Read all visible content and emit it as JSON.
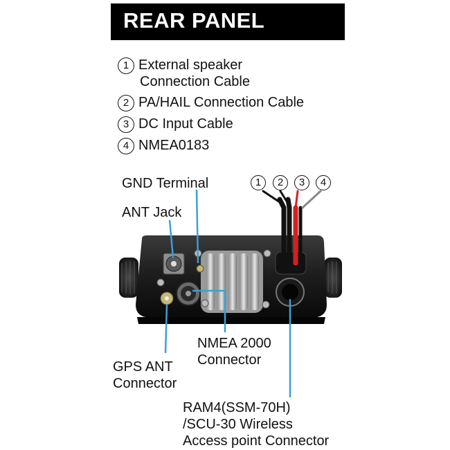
{
  "header": {
    "title": "REAR PANEL"
  },
  "legend": [
    {
      "num": "1",
      "line1": "External speaker",
      "line2": "Connection Cable"
    },
    {
      "num": "2",
      "line1": "PA/HAIL  Connection Cable"
    },
    {
      "num": "3",
      "line1": "DC Input Cable"
    },
    {
      "num": "4",
      "line1": "NMEA0183"
    }
  ],
  "cable_numbers": [
    "1",
    "2",
    "3",
    "4"
  ],
  "callouts": {
    "gnd_terminal": "GND Terminal",
    "ant_jack": "ANT Jack",
    "nmea2000_line1": "NMEA 2000",
    "nmea2000_line2": "Connector",
    "gps_ant_line1": "GPS ANT",
    "gps_ant_line2": "Connector",
    "ram4_line1": "RAM4(SSM-70H)",
    "ram4_line2": "/SCU-30 Wireless",
    "ram4_line3": "Access point Connector"
  },
  "colors": {
    "leader": "#3aa0d8",
    "wire_red": "#d32020",
    "wire_black": "#111111",
    "wire_white": "#e8e8e8"
  }
}
